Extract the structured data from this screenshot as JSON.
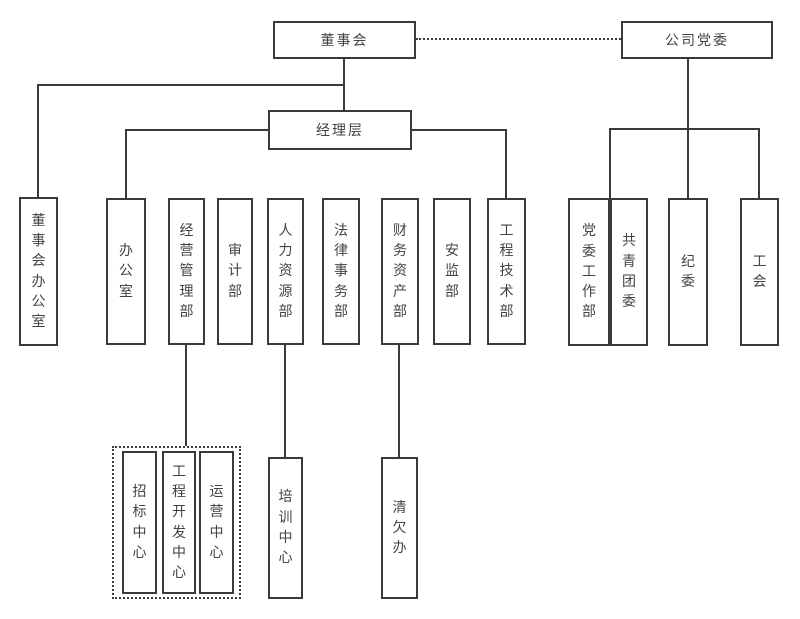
{
  "diagram": {
    "type": "org-chart",
    "background_color": "#ffffff",
    "line_color": "#3a3a3a",
    "text_color": "#434343",
    "nodes": {
      "board": "董事会",
      "party_committee": "公司党委",
      "management": "经理层",
      "board_office": "董事会办公室",
      "office": "办公室",
      "business_mgmt": "经营管理部",
      "audit": "审计部",
      "hr": "人力资源部",
      "legal": "法律事务部",
      "finance": "财务资产部",
      "safety": "安监部",
      "engineering": "工程技术部",
      "party_work": "党委工作部",
      "youth_league": "共青团委",
      "discipline": "纪委",
      "labor_union": "工会",
      "bidding_center": "招标中心",
      "project_dev_center": "工程开发中心",
      "operations_center": "运营中心",
      "training_center": "培训中心",
      "debt_office": "清欠办"
    },
    "edges": [
      {
        "from": "board",
        "to": "party_committee",
        "style": "dotted"
      },
      {
        "from": "board",
        "to": "management",
        "style": "solid"
      },
      {
        "from": "board",
        "to": "board_office",
        "style": "solid"
      },
      {
        "from": "management",
        "to": "office",
        "style": "solid"
      },
      {
        "from": "management",
        "to": "engineering",
        "style": "solid"
      },
      {
        "from": "party_committee",
        "to": "party_work",
        "style": "solid"
      },
      {
        "from": "party_committee",
        "to": "youth_league",
        "style": "solid"
      },
      {
        "from": "party_committee",
        "to": "discipline",
        "style": "solid"
      },
      {
        "from": "party_committee",
        "to": "labor_union",
        "style": "solid"
      },
      {
        "from": "business_mgmt",
        "to": "bidding_center",
        "style": "solid"
      },
      {
        "from": "business_mgmt",
        "to": "project_dev_center",
        "style": "solid"
      },
      {
        "from": "business_mgmt",
        "to": "operations_center",
        "style": "solid"
      },
      {
        "from": "hr",
        "to": "training_center",
        "style": "solid"
      },
      {
        "from": "finance",
        "to": "debt_office",
        "style": "solid"
      }
    ],
    "groups": [
      {
        "name": "dotted-group",
        "members": [
          "bidding_center",
          "project_dev_center",
          "operations_center"
        ],
        "border": "dotted"
      }
    ]
  }
}
